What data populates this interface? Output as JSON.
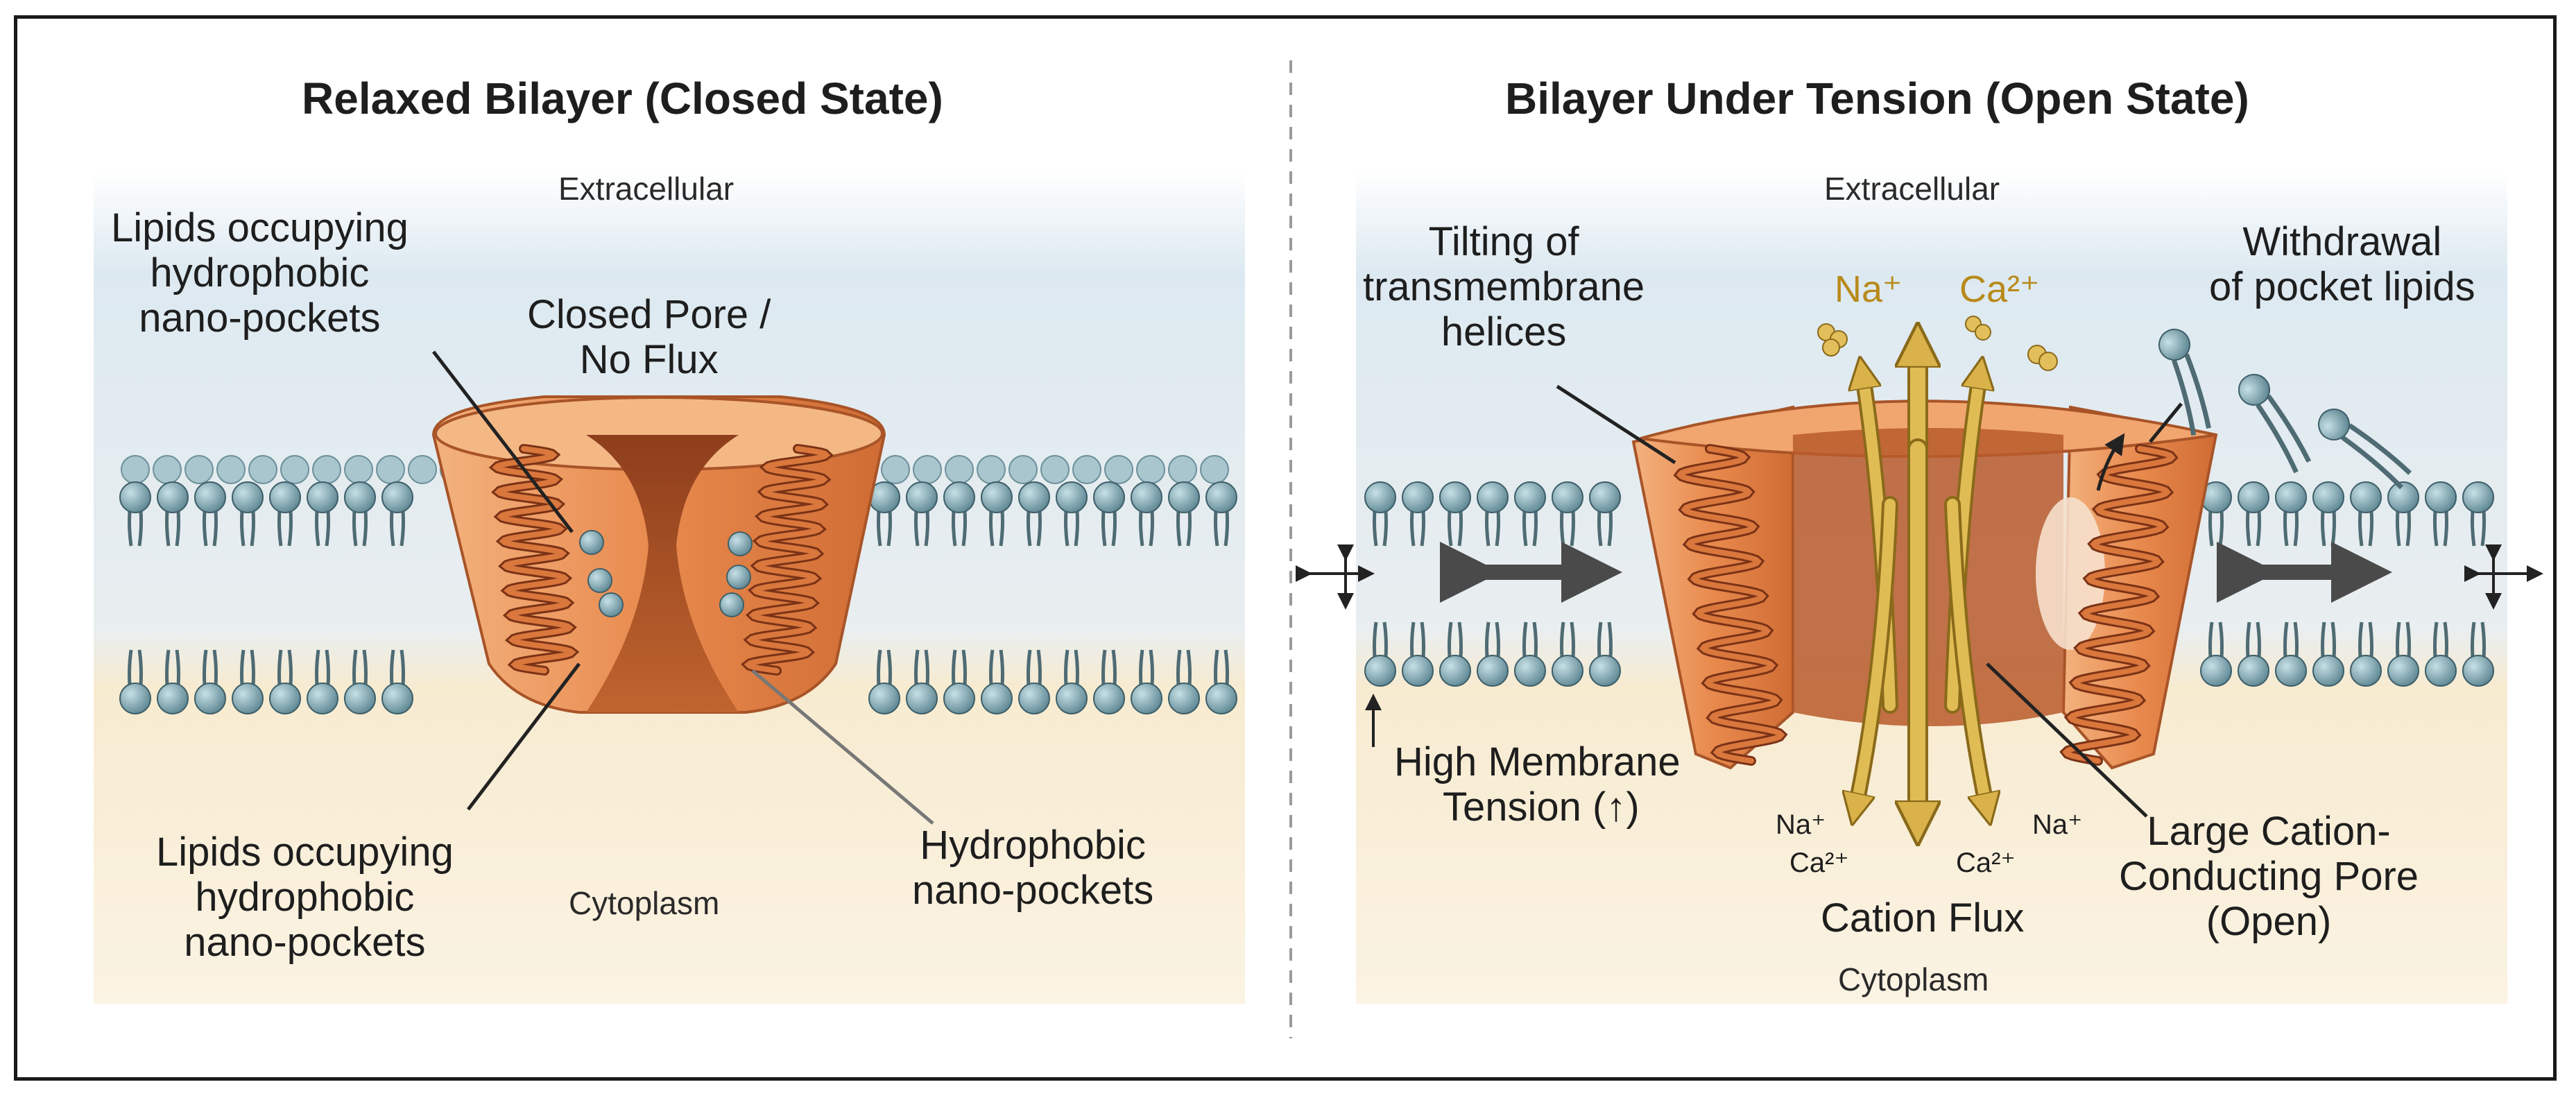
{
  "left_panel": {
    "title": "Relaxed Bilayer (Closed State)",
    "extracellular": "Extracellular",
    "cytoplasm": "Cytoplasm",
    "label_pore": [
      "Closed Pore /",
      "No Flux"
    ],
    "label_lipids_top": [
      "Lipids occupying",
      "hydrophobic",
      "nano-pockets"
    ],
    "label_lipids_bottom": [
      "Lipids occupying",
      "hydrophobic",
      "nano-pockets"
    ],
    "label_pockets": [
      "Hydrophobic",
      "nano-pockets"
    ]
  },
  "right_panel": {
    "title": "Bilayer Under Tension (Open State)",
    "extracellular": "Extracellular",
    "cytoplasm": "Cytoplasm",
    "label_tilting": [
      "Tilting of",
      "transmembrane",
      "helices"
    ],
    "label_withdrawal": [
      "Withdrawal",
      "of pocket lipids"
    ],
    "label_tension": [
      "High Membrane",
      "Tension (↑)"
    ],
    "label_pore": [
      "Large Cation-",
      "Conducting Pore",
      "(Open)"
    ],
    "label_flux": "Cation Flux",
    "ion_na_top": "Na⁺",
    "ion_ca_top": "Ca²⁺",
    "ion_na_bottom_left": "Na⁺",
    "ion_ca_bottom_left": "Ca²⁺",
    "ion_ca_bottom_right": "Ca²⁺",
    "ion_na_bottom_right": "Na⁺"
  },
  "colors": {
    "extracellular": "#dde9f1",
    "cytoplasm": "#f7ebd0",
    "lipid_head": "#7fa6b2",
    "lipid_tail": "#4f6b73",
    "protein": "#e9955a",
    "protein_dark": "#a4502a",
    "helix": "#b5562c",
    "ion_arrow": "#d9b24a",
    "tension_arrow": "#4a4a4a"
  }
}
